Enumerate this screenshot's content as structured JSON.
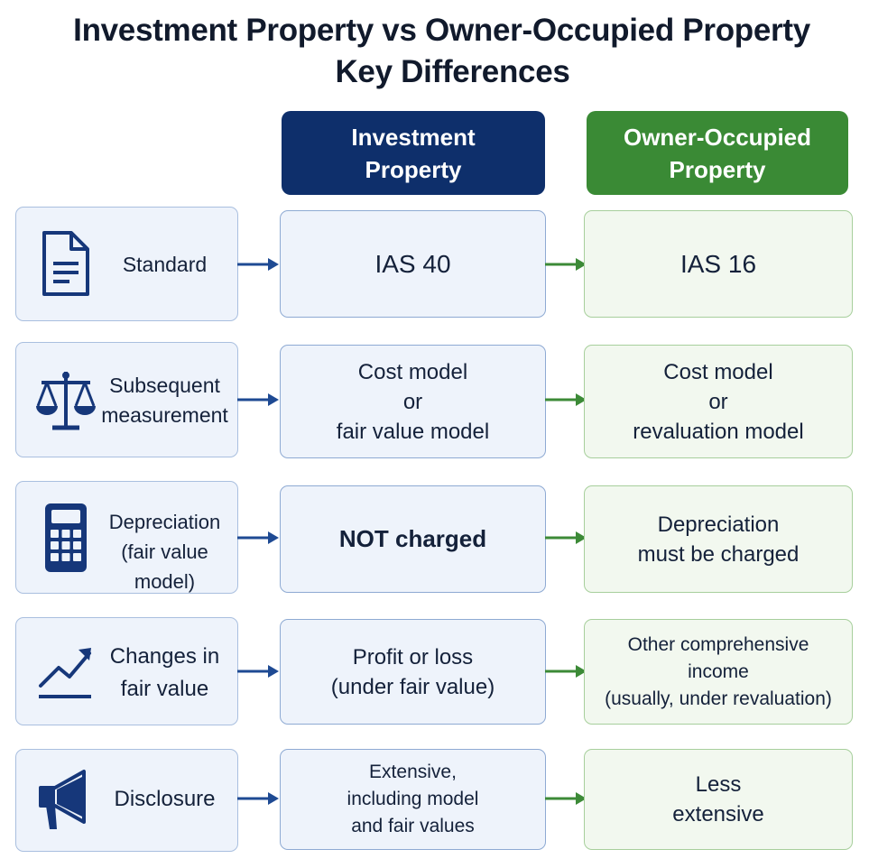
{
  "title": {
    "line1": "Investment Property vs Owner-Occupied Property",
    "line2": "Key Differences"
  },
  "columns": {
    "investment": "Investment\nProperty",
    "owner": "Owner-Occupied\nProperty"
  },
  "colors": {
    "investment_header": "#0e2f6b",
    "owner_header": "#3a8a35",
    "investment_arrow": "#1e4a93",
    "owner_arrow": "#3c8a37",
    "icon": "#16377a"
  },
  "rows": [
    {
      "label": "Standard",
      "icon": "document-icon",
      "investment": "IAS 40",
      "owner": "IAS 16"
    },
    {
      "label": "Subsequent\nmeasurement",
      "icon": "scales-icon",
      "investment": "Cost model\nor\nfair value model",
      "owner": "Cost model\nor\nrevaluation model"
    },
    {
      "label": "Depreciation\n(fair value model)",
      "icon": "calculator-icon",
      "investment": "NOT charged",
      "owner": "Depreciation\nmust be charged"
    },
    {
      "label": "Changes in\nfair value",
      "icon": "trend-up-icon",
      "investment": "Profit or loss\n(under fair value)",
      "owner": "Other comprehensive\nincome\n(usually, under revaluation)"
    },
    {
      "label": "Disclosure",
      "icon": "megaphone-icon",
      "investment": "Extensive,\nincluding model\nand fair values",
      "owner": "Less\nextensive"
    }
  ]
}
